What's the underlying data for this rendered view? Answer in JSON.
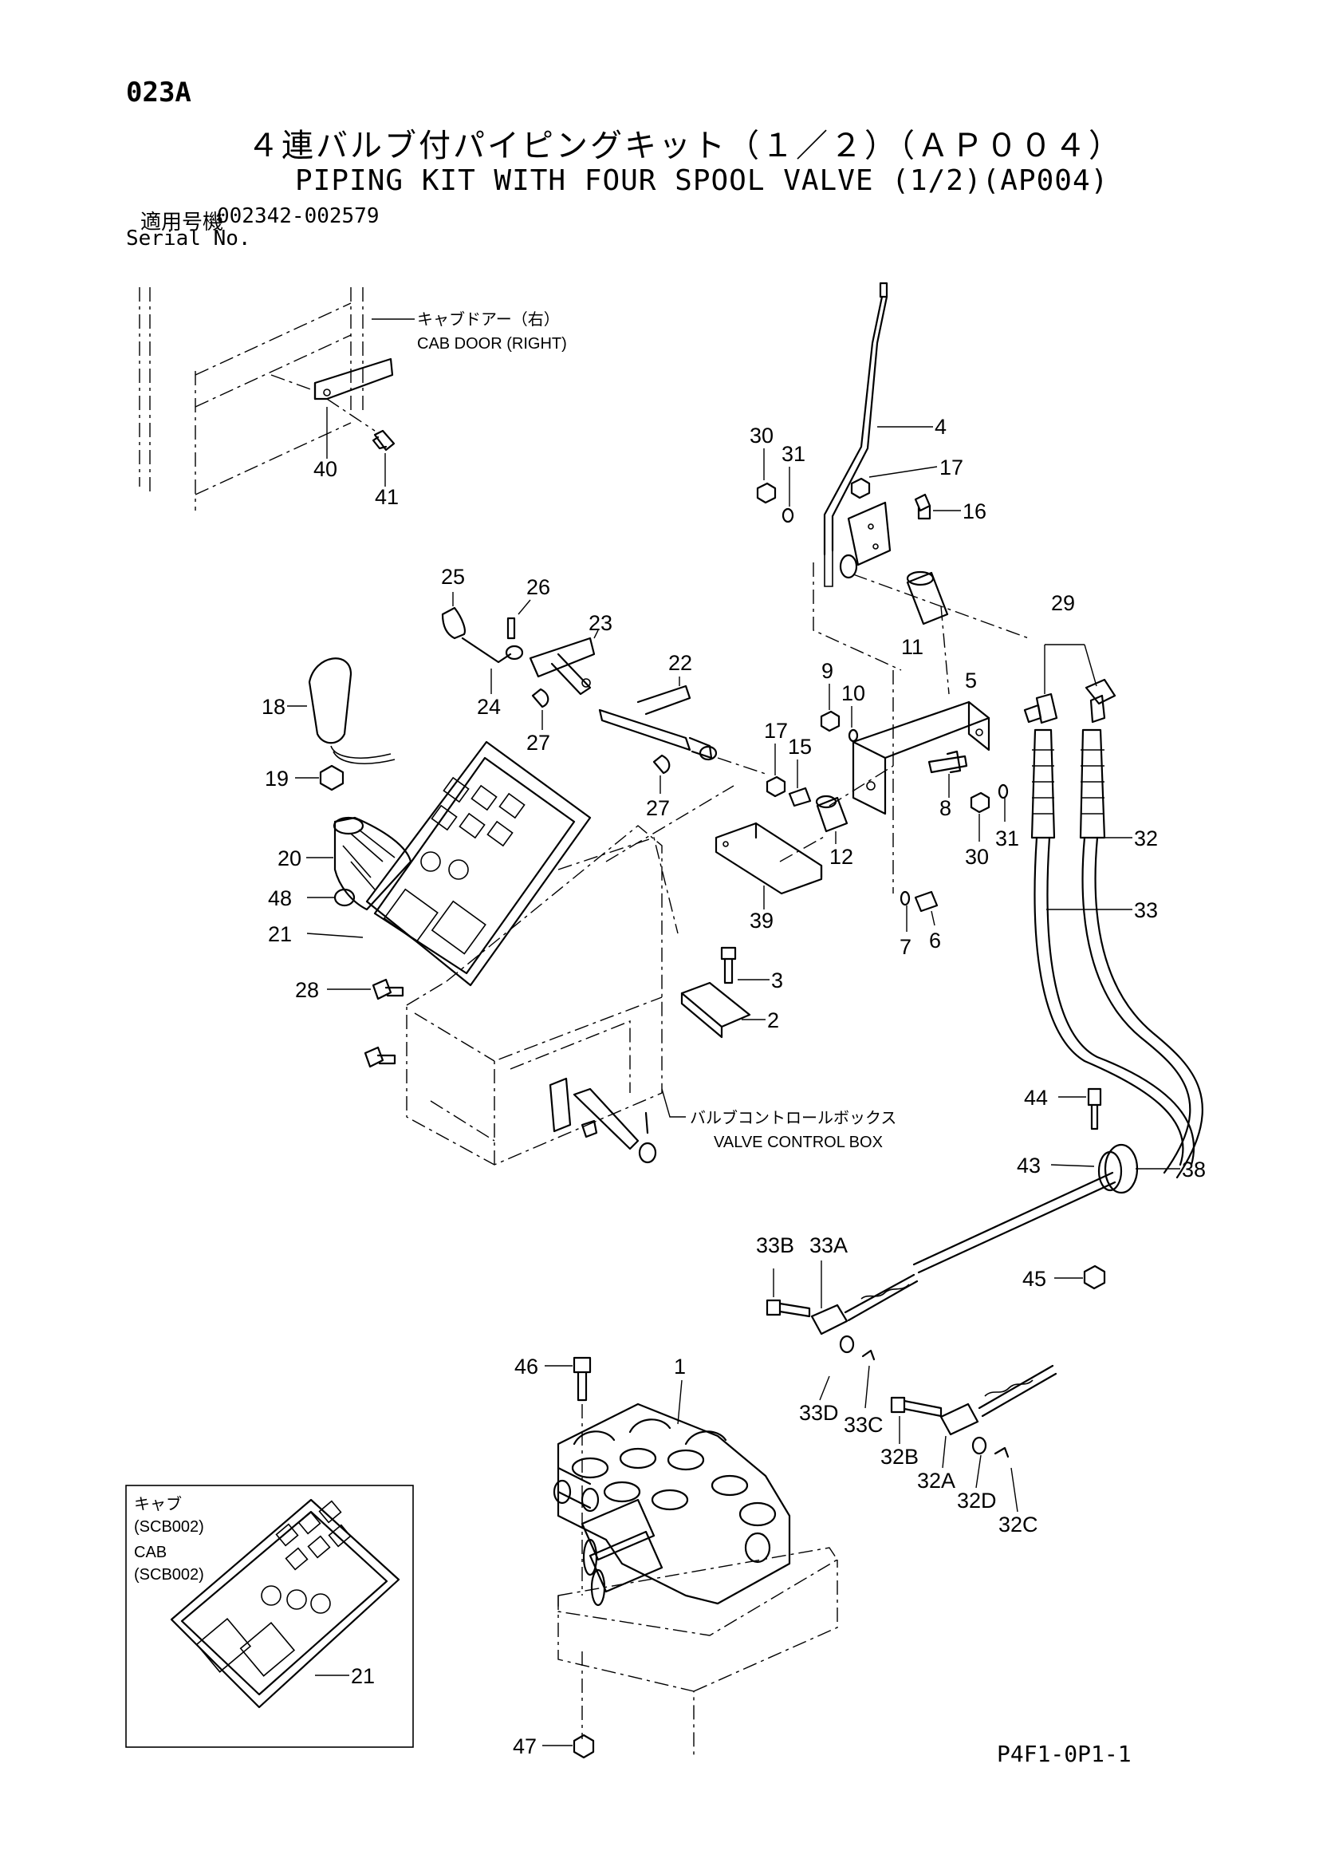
{
  "header": {
    "page_code": "023A",
    "title_jp": "４連バルブ付パイピングキット（１／２）（ＡＰ００４）",
    "title_en": "PIPING KIT WITH FOUR SPOOL VALVE (1/2)(AP004)",
    "serial_label_jp": "適用号機",
    "serial_range": "002342-002579",
    "serial_label_en": "Serial No."
  },
  "callouts": {
    "cab_door_jp": "キャブドアー（右）",
    "cab_door_en": "CAB DOOR (RIGHT)",
    "valve_box_jp": "バルブコントロールボックス",
    "valve_box_en": "VALVE CONTROL BOX"
  },
  "inset": {
    "line1": "キャブ",
    "line2": "(SCB002)",
    "line3": "CAB",
    "line4": "(SCB002)",
    "part": "21"
  },
  "parts": {
    "p1": "1",
    "p2": "2",
    "p3": "3",
    "p4": "4",
    "p5": "5",
    "p6": "6",
    "p7": "7",
    "p8": "8",
    "p9": "9",
    "p10": "10",
    "p11": "11",
    "p12": "12",
    "p15": "15",
    "p16": "16",
    "p17a": "17",
    "p17b": "17",
    "p18": "18",
    "p19": "19",
    "p20": "20",
    "p21": "21",
    "p22": "22",
    "p23": "23",
    "p24": "24",
    "p25": "25",
    "p26": "26",
    "p27a": "27",
    "p27b": "27",
    "p28": "28",
    "p29": "29",
    "p30a": "30",
    "p30b": "30",
    "p31a": "31",
    "p31b": "31",
    "p32": "32",
    "p32A": "32A",
    "p32B": "32B",
    "p32C": "32C",
    "p32D": "32D",
    "p33": "33",
    "p33A": "33A",
    "p33B": "33B",
    "p33C": "33C",
    "p33D": "33D",
    "p38": "38",
    "p39": "39",
    "p40": "40",
    "p41": "41",
    "p43": "43",
    "p44": "44",
    "p45": "45",
    "p46": "46",
    "p47": "47",
    "p48": "48"
  },
  "footer": {
    "drawing_code": "P4F1-0P1-1"
  }
}
